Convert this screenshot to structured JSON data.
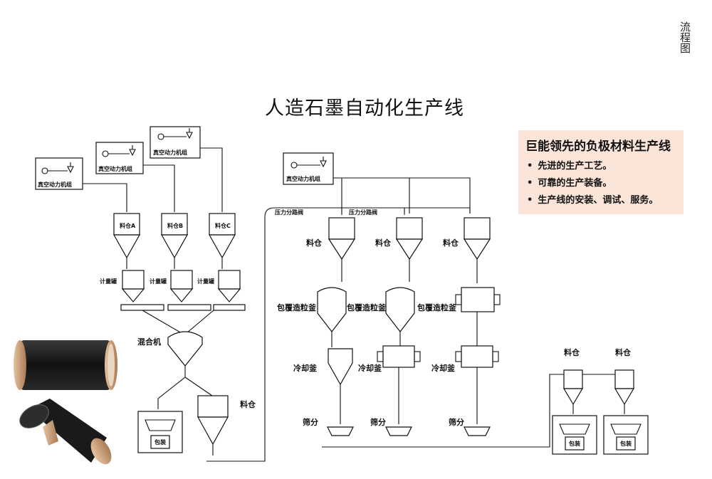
{
  "vertical_label": "流程图",
  "title": "人造石墨自动化生产线",
  "panel": {
    "heading": "巨能领先的负极材料生产线",
    "bullets": [
      "先进的生产工艺。",
      "可靠的生产装备。",
      "生产线的安装、调试、服务。"
    ]
  },
  "labels": {
    "vacuum_unit": "真空动力机组",
    "bin_a": "料仓A",
    "bin_b": "料仓B",
    "bin_c": "料仓C",
    "metering_tank": "计量罐",
    "mixer": "混合机",
    "bin": "料仓",
    "pack": "包装",
    "pressure_valve": "压力分路阀",
    "coating_kettle": "包覆造粒釜",
    "cooling_kettle": "冷却釜",
    "screening": "筛分"
  },
  "colors": {
    "panel_bg": "#fbe5d9",
    "line": "#111111",
    "roll_body": "#1c1c1c",
    "roll_rim": "#c9a07a"
  }
}
